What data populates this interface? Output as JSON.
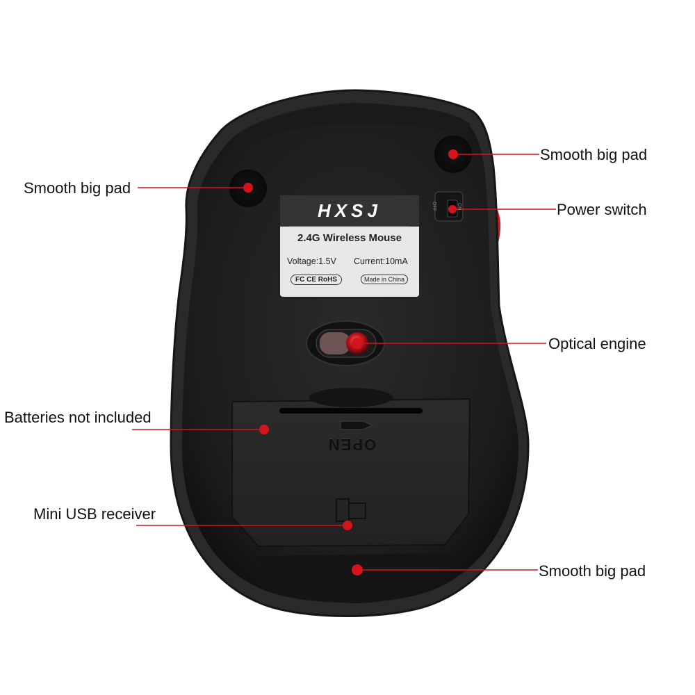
{
  "callouts": {
    "pad_top_left": "Smooth big pad",
    "pad_top_right": "Smooth big pad",
    "power_switch": "Power switch",
    "optical_engine": "Optical engine",
    "batteries": "Batteries not included",
    "usb_receiver": "Mini USB receiver",
    "pad_bottom": "Smooth big pad"
  },
  "sticker": {
    "brand": "HXSJ",
    "product": "2.4G Wireless Mouse",
    "voltage": "Voltage:1.5V",
    "current": "Current:10mA",
    "certifications": "FC CE RoHS",
    "origin": "Made in China"
  },
  "switch": {
    "off_label": "OFF",
    "on_label": "ON"
  },
  "battery_cover": {
    "open_label": "OPEN"
  },
  "colors": {
    "accent_red": "#d4141c",
    "body_dark": "#1e1e1e",
    "body_edge": "#2c2c2c",
    "sticker_bg": "#e8e8e8"
  }
}
